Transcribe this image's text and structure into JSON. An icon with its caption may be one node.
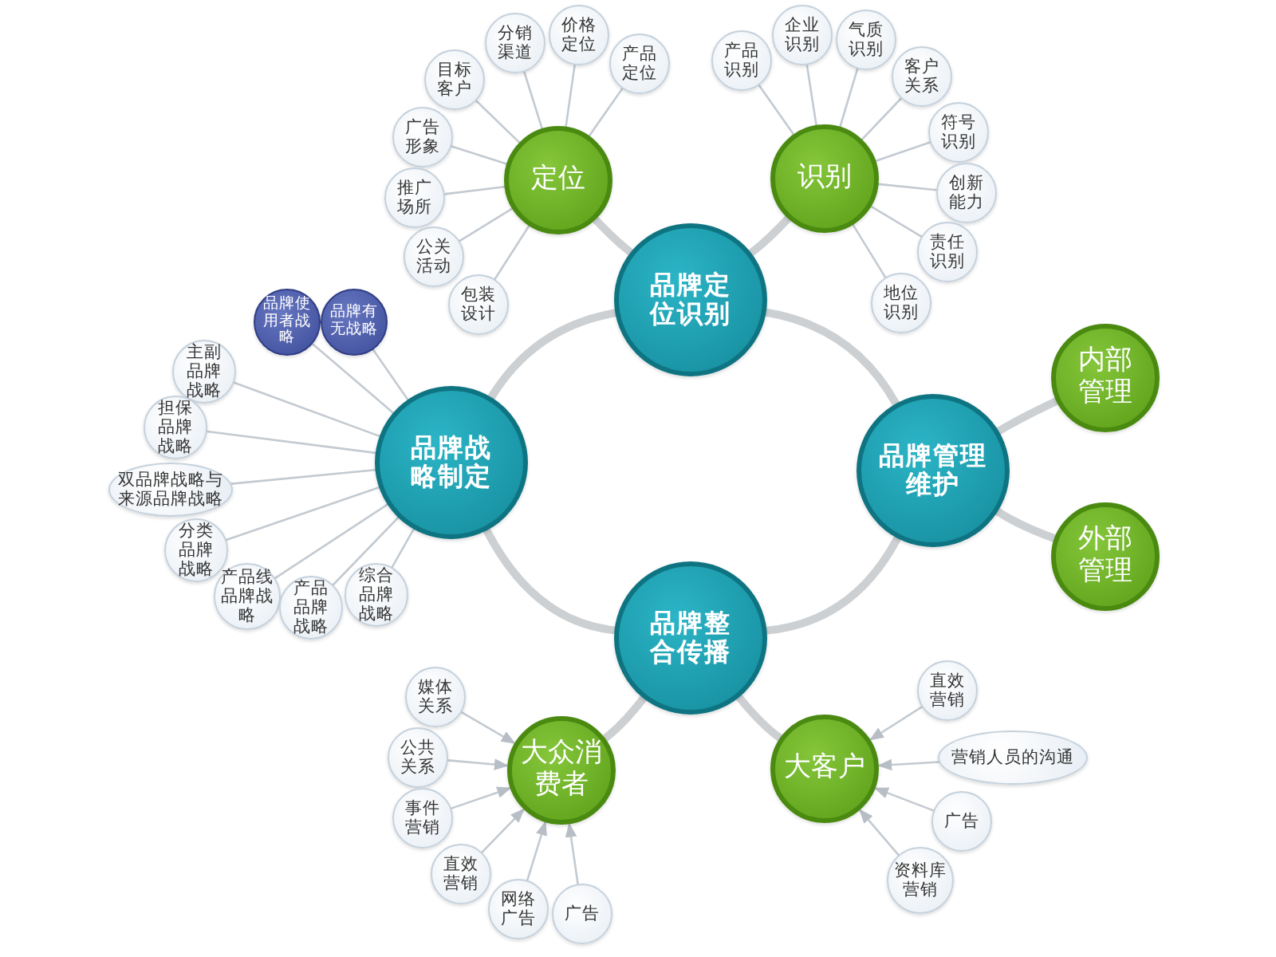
{
  "diagram": {
    "nodes": [
      {
        "text": [
          "定位"
        ]
      },
      {
        "text": [
          "分销渠道"
        ]
      },
      {
        "text": [
          "价格定位"
        ]
      },
      {
        "text": [
          "产品定位"
        ]
      },
      {
        "text": [
          "目标客户"
        ]
      },
      {
        "text": [
          "广告形象"
        ]
      },
      {
        "text": [
          "推广场所"
        ]
      },
      {
        "text": [
          "公关活动"
        ]
      },
      {
        "text": [
          "包装设计"
        ]
      },
      {
        "text": [
          "识别"
        ]
      },
      {
        "text": [
          "产品识别"
        ]
      },
      {
        "text": [
          "企业识别"
        ]
      },
      {
        "text": [
          "气质识别"
        ]
      },
      {
        "text": [
          "客户关系"
        ]
      },
      {
        "text": [
          "符号识别"
        ]
      },
      {
        "text": [
          "创新能力"
        ]
      },
      {
        "text": [
          "责任识别"
        ]
      },
      {
        "text": [
          "地位识别"
        ]
      },
      {
        "text": [
          "品牌定位识别"
        ]
      },
      {
        "text": [
          "品牌使用者战略"
        ]
      },
      {
        "text": [
          "品牌有无战略"
        ]
      },
      {
        "text": [
          "主副品牌战略"
        ]
      },
      {
        "text": [
          "担保品牌战略"
        ]
      },
      {
        "text": [
          "双品牌战略与来源品牌战略"
        ]
      },
      {
        "text": [
          "分类品牌战略"
        ]
      },
      {
        "text": [
          "产品线品牌战略"
        ]
      },
      {
        "text": [
          "产品品牌战略"
        ]
      },
      {
        "text": [
          "综合品牌战略"
        ]
      },
      {
        "text": [
          "品牌战略制定"
        ]
      },
      {
        "text": [
          "内部管理"
        ]
      },
      {
        "text": [
          "品牌管理维护"
        ]
      },
      {
        "text": [
          "外部管理"
        ]
      },
      {
        "text": [
          "品牌整合传播"
        ]
      },
      {
        "text": [
          "大众消费者"
        ]
      },
      {
        "text": [
          "媒体关系"
        ]
      },
      {
        "text": [
          "公共关系"
        ]
      },
      {
        "text": [
          "事件营销"
        ]
      },
      {
        "text": [
          "直效营销"
        ]
      },
      {
        "text": [
          "网络广告"
        ]
      },
      {
        "text": [
          "广告"
        ]
      },
      {
        "text": [
          "大客户"
        ]
      },
      {
        "text": [
          "直效营销"
        ]
      },
      {
        "text": [
          "营销人员的沟通"
        ]
      },
      {
        "text": [
          "广告"
        ]
      },
      {
        "text": [
          "资料库营销"
        ]
      }
    ],
    "edges": [
      {
        "from": 0,
        "to": 1,
        "arrow": "none"
      },
      {
        "from": 0,
        "to": 2,
        "arrow": "none"
      },
      {
        "from": 0,
        "to": 3,
        "arrow": "none"
      },
      {
        "from": 0,
        "to": 4,
        "arrow": "none"
      },
      {
        "from": 0,
        "to": 5,
        "arrow": "none"
      },
      {
        "from": 0,
        "to": 6,
        "arrow": "none"
      },
      {
        "from": 0,
        "to": 7,
        "arrow": "none"
      },
      {
        "from": 0,
        "to": 8,
        "arrow": "none"
      },
      {
        "from": 9,
        "to": 10,
        "arrow": "none"
      },
      {
        "from": 9,
        "to": 11,
        "arrow": "none"
      },
      {
        "from": 9,
        "to": 12,
        "arrow": "none"
      },
      {
        "from": 9,
        "to": 13,
        "arrow": "none"
      },
      {
        "from": 9,
        "to": 14,
        "arrow": "none"
      },
      {
        "from": 9,
        "to": 15,
        "arrow": "none"
      },
      {
        "from": 9,
        "to": 16,
        "arrow": "none"
      },
      {
        "from": 9,
        "to": 17,
        "arrow": "none"
      },
      {
        "from": 18,
        "to": 0,
        "arrow": "none",
        "style": "thick"
      },
      {
        "from": 18,
        "to": 9,
        "arrow": "none",
        "style": "thick"
      },
      {
        "from": 28,
        "to": 19,
        "arrow": "none"
      },
      {
        "from": 28,
        "to": 20,
        "arrow": "none"
      },
      {
        "from": 28,
        "to": 21,
        "arrow": "none"
      },
      {
        "from": 28,
        "to": 22,
        "arrow": "none"
      },
      {
        "from": 28,
        "to": 23,
        "arrow": "none"
      },
      {
        "from": 28,
        "to": 24,
        "arrow": "none"
      },
      {
        "from": 28,
        "to": 25,
        "arrow": "none"
      },
      {
        "from": 28,
        "to": 26,
        "arrow": "none"
      },
      {
        "from": 28,
        "to": 27,
        "arrow": "none"
      },
      {
        "from": 28,
        "to": 18,
        "arrow": "none",
        "style": "thick"
      },
      {
        "from": 18,
        "to": 30,
        "arrow": "none",
        "style": "thick"
      },
      {
        "from": 30,
        "to": 29,
        "arrow": "none",
        "style": "thick"
      },
      {
        "from": 30,
        "to": 31,
        "arrow": "none",
        "style": "thick"
      },
      {
        "from": 30,
        "to": 32,
        "arrow": "none",
        "style": "thick"
      },
      {
        "from": 28,
        "to": 32,
        "arrow": "none",
        "style": "thick"
      },
      {
        "from": 32,
        "to": 33,
        "arrow": "none",
        "style": "thick"
      },
      {
        "from": 32,
        "to": 40,
        "arrow": "none",
        "style": "thick"
      },
      {
        "from": 34,
        "to": 33,
        "arrow": "to"
      },
      {
        "from": 35,
        "to": 33,
        "arrow": "to"
      },
      {
        "from": 36,
        "to": 33,
        "arrow": "to"
      },
      {
        "from": 37,
        "to": 33,
        "arrow": "to"
      },
      {
        "from": 38,
        "to": 33,
        "arrow": "to"
      },
      {
        "from": 39,
        "to": 33,
        "arrow": "to"
      },
      {
        "from": 41,
        "to": 40,
        "arrow": "to"
      },
      {
        "from": 42,
        "to": 40,
        "arrow": "to"
      },
      {
        "from": 43,
        "to": 40,
        "arrow": "to"
      },
      {
        "from": 44,
        "to": 40,
        "arrow": "to"
      }
    ]
  }
}
